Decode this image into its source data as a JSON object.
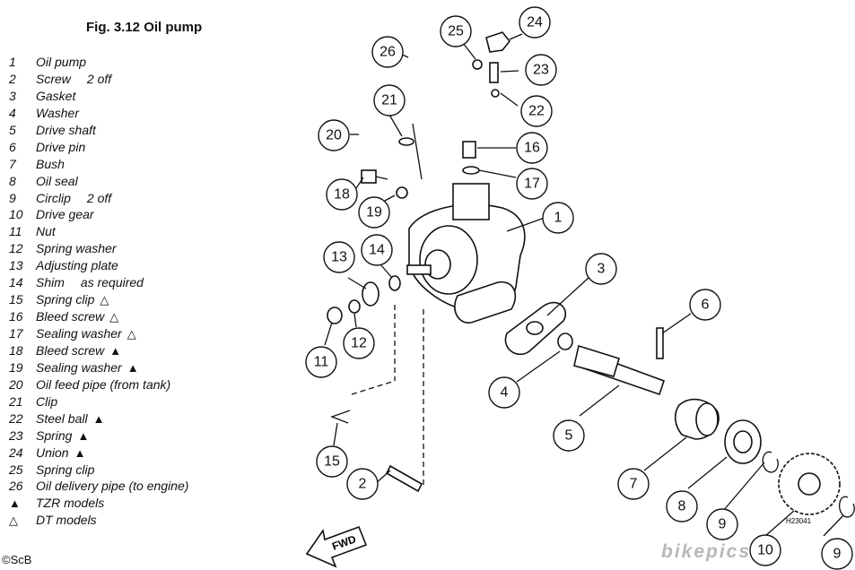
{
  "title": "Fig. 3.12 Oil pump",
  "legend": [
    {
      "num": "1",
      "text": "Oil pump",
      "note": "",
      "mark": ""
    },
    {
      "num": "2",
      "text": "Screw",
      "note": "2 off",
      "mark": ""
    },
    {
      "num": "3",
      "text": "Gasket",
      "note": "",
      "mark": ""
    },
    {
      "num": "4",
      "text": "Washer",
      "note": "",
      "mark": ""
    },
    {
      "num": "5",
      "text": "Drive shaft",
      "note": "",
      "mark": ""
    },
    {
      "num": "6",
      "text": "Drive pin",
      "note": "",
      "mark": ""
    },
    {
      "num": "7",
      "text": "Bush",
      "note": "",
      "mark": ""
    },
    {
      "num": "8",
      "text": "Oil seal",
      "note": "",
      "mark": ""
    },
    {
      "num": "9",
      "text": "Circlip",
      "note": "2 off",
      "mark": ""
    },
    {
      "num": "10",
      "text": "Drive gear",
      "note": "",
      "mark": ""
    },
    {
      "num": "11",
      "text": "Nut",
      "note": "",
      "mark": ""
    },
    {
      "num": "12",
      "text": "Spring washer",
      "note": "",
      "mark": ""
    },
    {
      "num": "13",
      "text": "Adjusting plate",
      "note": "",
      "mark": ""
    },
    {
      "num": "14",
      "text": "Shim",
      "note": "as required",
      "mark": ""
    },
    {
      "num": "15",
      "text": "Spring clip",
      "note": "",
      "mark": "△"
    },
    {
      "num": "16",
      "text": "Bleed screw",
      "note": "",
      "mark": "△"
    },
    {
      "num": "17",
      "text": "Sealing washer",
      "note": "",
      "mark": "△"
    },
    {
      "num": "18",
      "text": "Bleed screw",
      "note": "",
      "mark": "▲"
    },
    {
      "num": "19",
      "text": "Sealing washer",
      "note": "",
      "mark": "▲"
    },
    {
      "num": "20",
      "text": "Oil feed pipe (from tank)",
      "note": "",
      "mark": ""
    },
    {
      "num": "21",
      "text": "Clip",
      "note": "",
      "mark": ""
    },
    {
      "num": "22",
      "text": "Steel ball",
      "note": "",
      "mark": "▲"
    },
    {
      "num": "23",
      "text": "Spring",
      "note": "",
      "mark": "▲"
    },
    {
      "num": "24",
      "text": "Union",
      "note": "",
      "mark": "▲"
    },
    {
      "num": "25",
      "text": "Spring clip",
      "note": "",
      "mark": ""
    },
    {
      "num": "26",
      "text": "Oil delivery pipe (to engine)",
      "note": "",
      "mark": ""
    }
  ],
  "key": [
    {
      "mark": "▲",
      "text": "TZR models"
    },
    {
      "mark": "△",
      "text": "DT models"
    }
  ],
  "copyright": "©ScB",
  "fwd_label": "FWD",
  "part_code": "H23041",
  "watermark": "bikepics",
  "callouts": [
    "1",
    "2",
    "3",
    "4",
    "5",
    "6",
    "7",
    "8",
    "9",
    "9",
    "10",
    "11",
    "12",
    "13",
    "14",
    "15",
    "16",
    "17",
    "18",
    "19",
    "20",
    "21",
    "22",
    "23",
    "24",
    "25",
    "26"
  ]
}
